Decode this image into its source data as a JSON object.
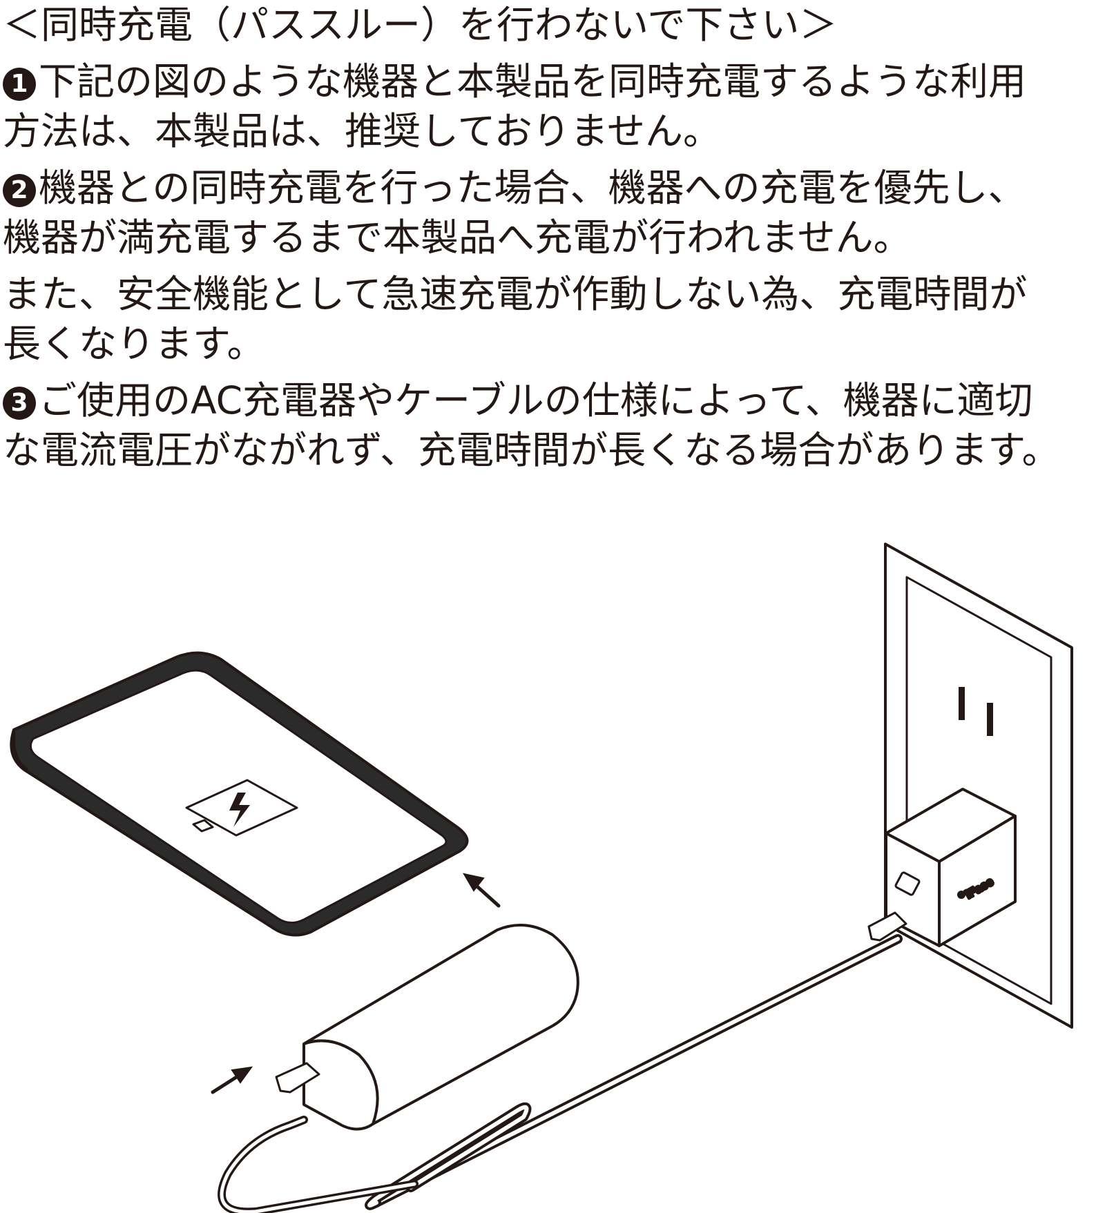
{
  "heading": "＜同時充電（パススルー）を行わないで下さい＞",
  "items": [
    {
      "badge": "1",
      "lines": [
        "下記の図のような機器と本製品を同時充電するような利用",
        "方法は、本製品は、推奨しておりません。"
      ]
    },
    {
      "badge": "2",
      "lines": [
        "機器との同時充電を行った場合、機器への充電を優先し、",
        "機器が満充電するまで本製品へ充電が行われません。"
      ]
    },
    {
      "badge": "",
      "lines": [
        "また、安全機能として急速充電が作動しない為、充電時間が",
        "長くなります。"
      ]
    },
    {
      "badge": "3",
      "lines": [
        "ご使用のAC充電器やケーブルの仕様によって、機器に適切",
        "な電流電圧がながれず、充電時間が長くなる場合があります。"
      ]
    }
  ],
  "illustration": {
    "charger_brand": "iFace",
    "icons": [
      "phone-icon",
      "battery-charging-icon",
      "power-bank-icon",
      "wall-outlet-icon",
      "ac-charger-icon",
      "cable-icon",
      "arrow-icon"
    ]
  },
  "colors": {
    "ink": "#231815",
    "phone_frame": "#2b2b2b",
    "background": "#ffffff"
  }
}
